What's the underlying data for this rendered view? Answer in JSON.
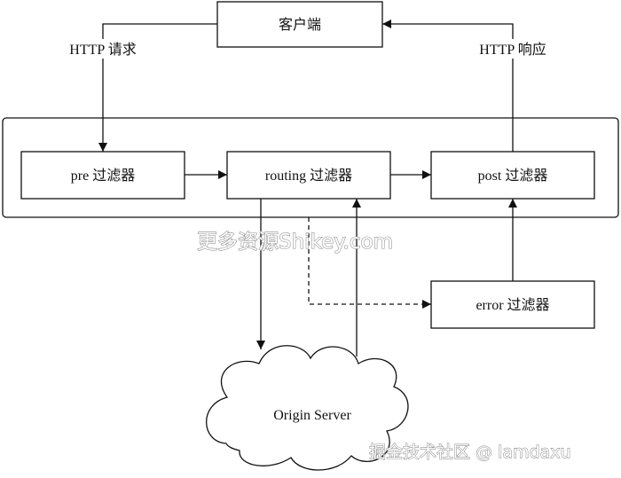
{
  "nodes": {
    "client": "客户端",
    "pre_filter": "pre 过滤器",
    "routing_filter": "routing 过滤器",
    "post_filter": "post 过滤器",
    "error_filter": "error 过滤器",
    "origin_server": "Origin Server"
  },
  "edges": {
    "http_request": "HTTP 请求",
    "http_response": "HTTP 响应"
  },
  "watermarks": {
    "site": "更多资源Shikey.com",
    "credit": "掘金技术社区 @ lamdaxu"
  }
}
